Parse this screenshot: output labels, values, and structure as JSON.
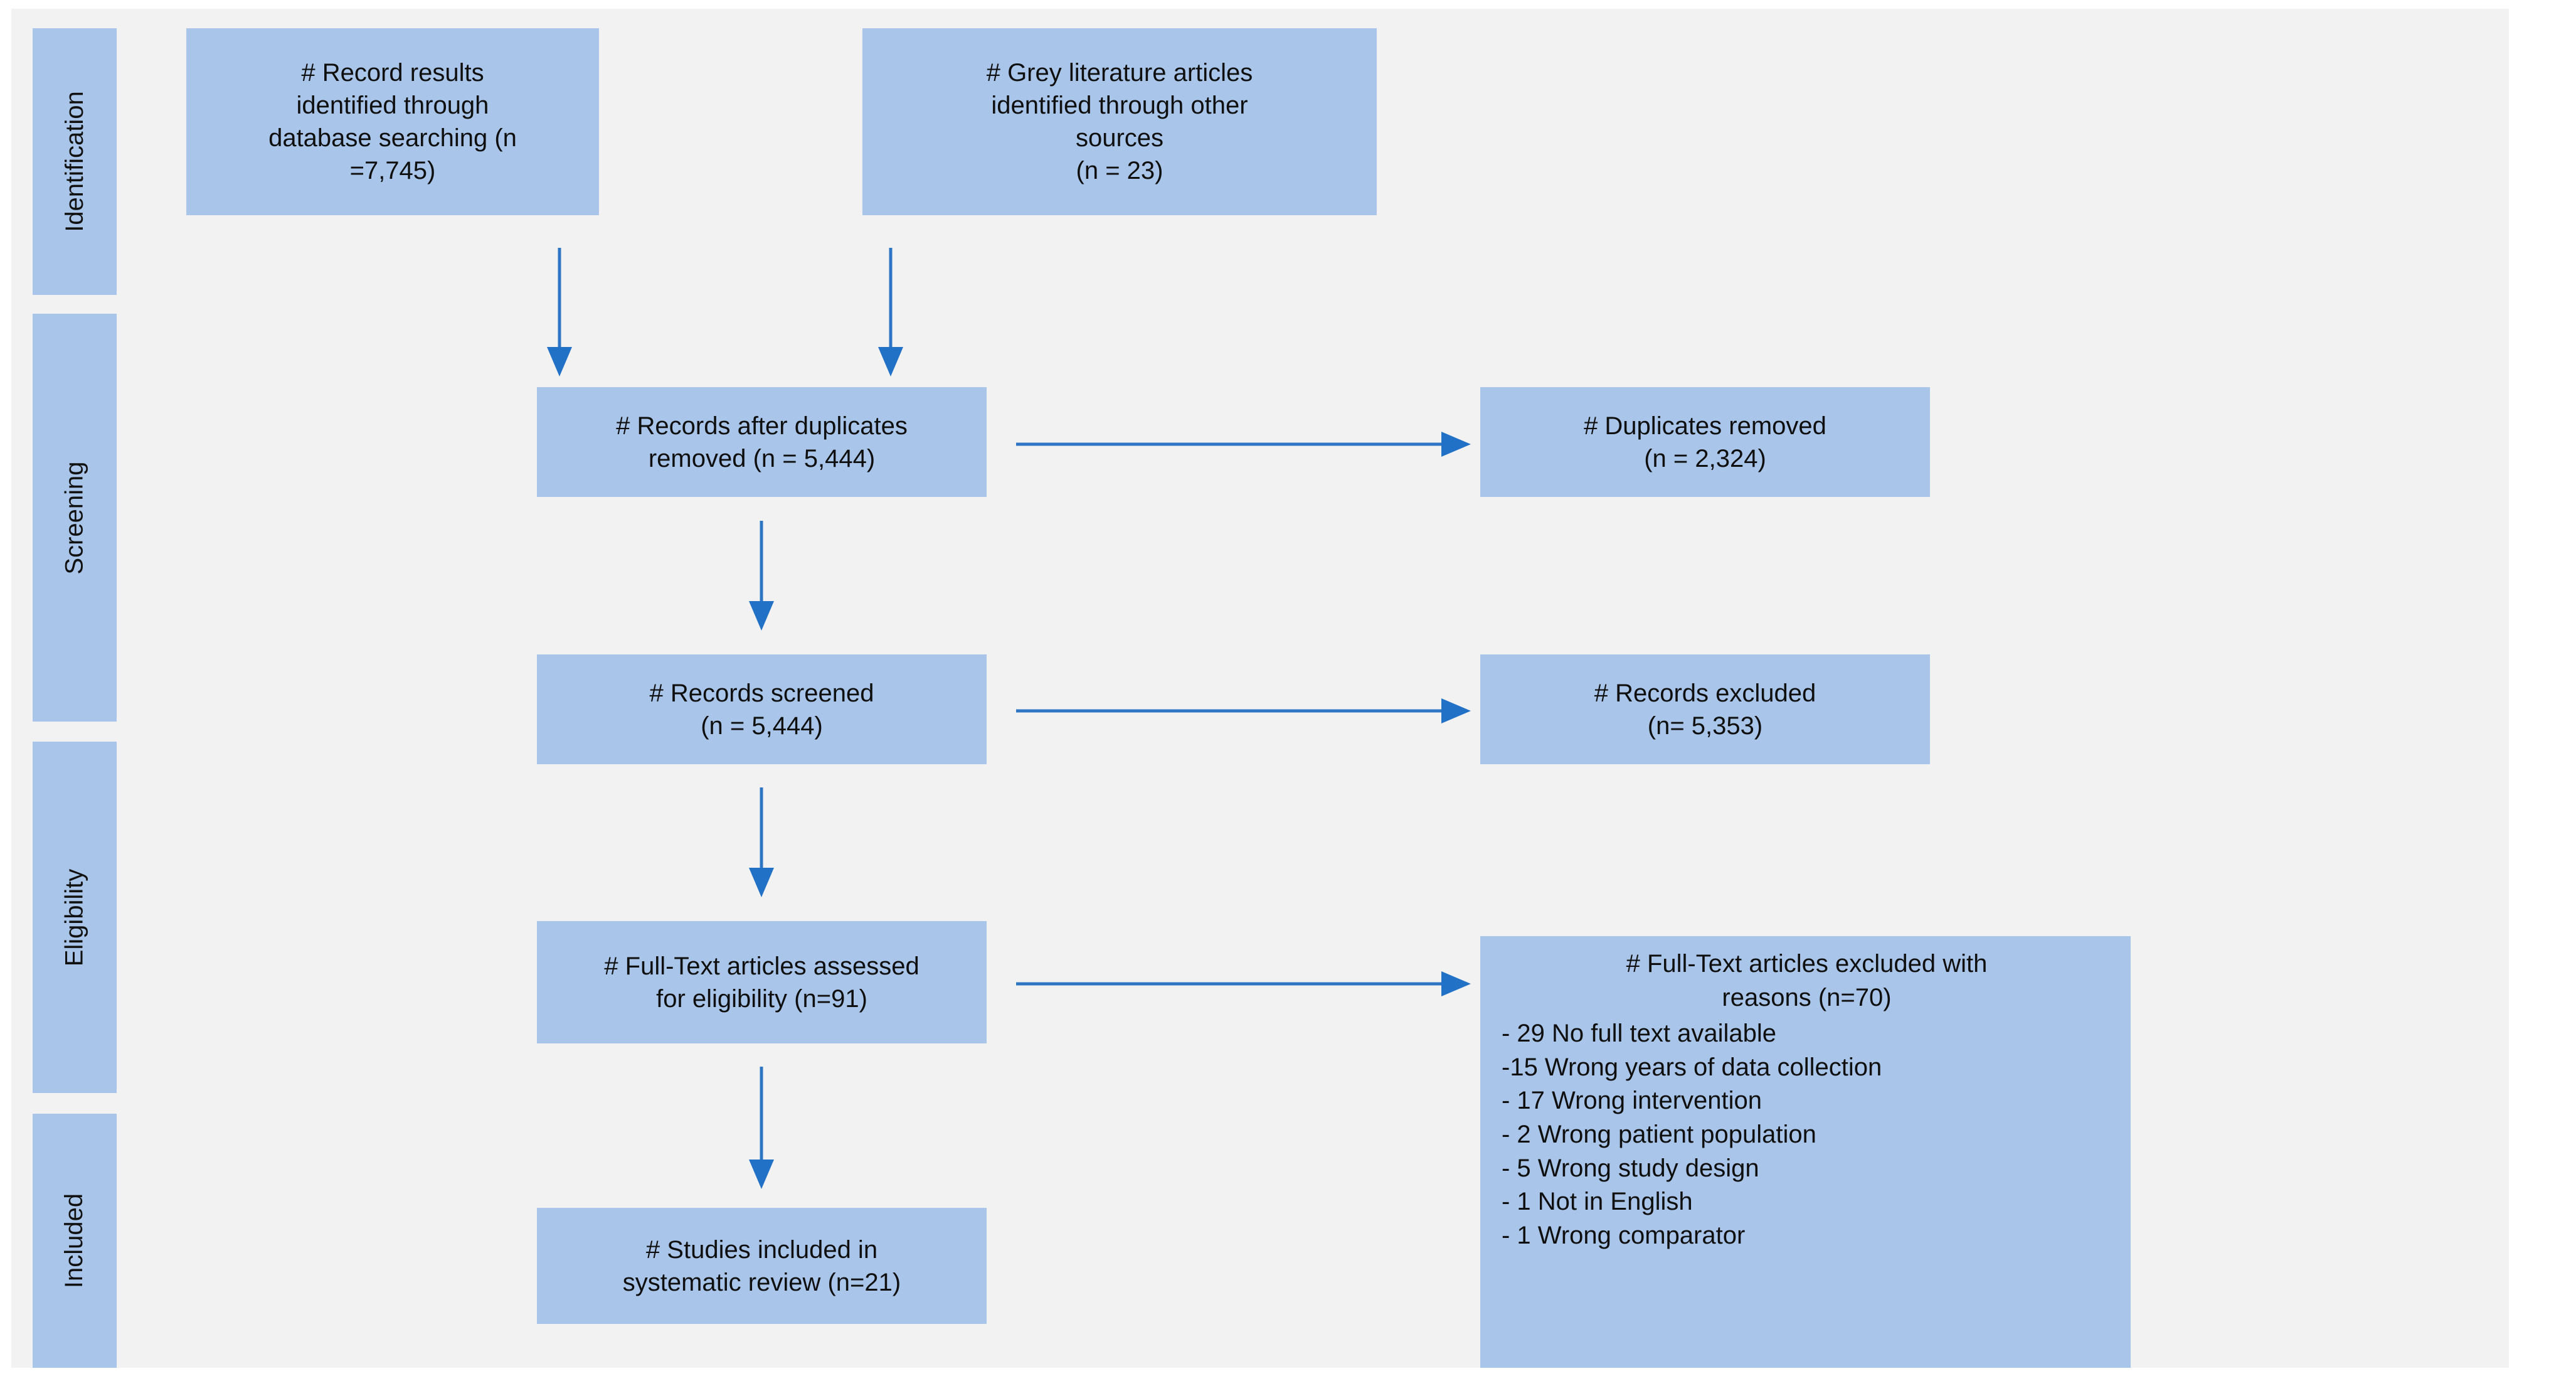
{
  "diagram": {
    "type": "prisma-flow-diagram",
    "box_color": "#a9c6ea",
    "arrow_color": "#2171c7",
    "background_color": "#f2f2f2"
  },
  "stages": [
    {
      "id": "identification",
      "label": "Identification"
    },
    {
      "id": "screening",
      "label": "Screening"
    },
    {
      "id": "eligibility",
      "label": "Eligibility"
    },
    {
      "id": "included",
      "label": "Included"
    }
  ],
  "nodes": {
    "database_search": "# Record results\nidentified through\ndatabase searching (n\n=7,745)",
    "grey_literature": "# Grey literature articles\nidentified through other\nsources\n(n = 23)",
    "after_duplicates": "# Records after duplicates\nremoved (n = 5,444)",
    "duplicates_removed": "# Duplicates removed\n(n = 2,324)",
    "records_screened": "# Records screened\n(n = 5,444)",
    "records_excluded": "# Records excluded\n(n= 5,353)",
    "fulltext_assessed": "# Full-Text articles assessed\nfor eligibility (n=91)",
    "studies_included": "# Studies included in\nsystematic review (n=21)"
  },
  "exclusions": {
    "title": "# Full-Text articles excluded with\nreasons (n=70)",
    "items": [
      "- 29 No full text available",
      "-15 Wrong years of data collection",
      "- 17 Wrong intervention",
      "- 2 Wrong patient population",
      "- 5 Wrong study design",
      "- 1 Not in English",
      "- 1 Wrong comparator"
    ]
  },
  "counts": {
    "database_search_n": "7,745",
    "grey_literature_n": "23",
    "after_duplicates_n": "5,444",
    "duplicates_removed_n": "2,324",
    "records_screened_n": "5,444",
    "records_excluded_n": "5,353",
    "fulltext_assessed_n": "91",
    "fulltext_excluded_n": "70",
    "studies_included_n": "21"
  }
}
